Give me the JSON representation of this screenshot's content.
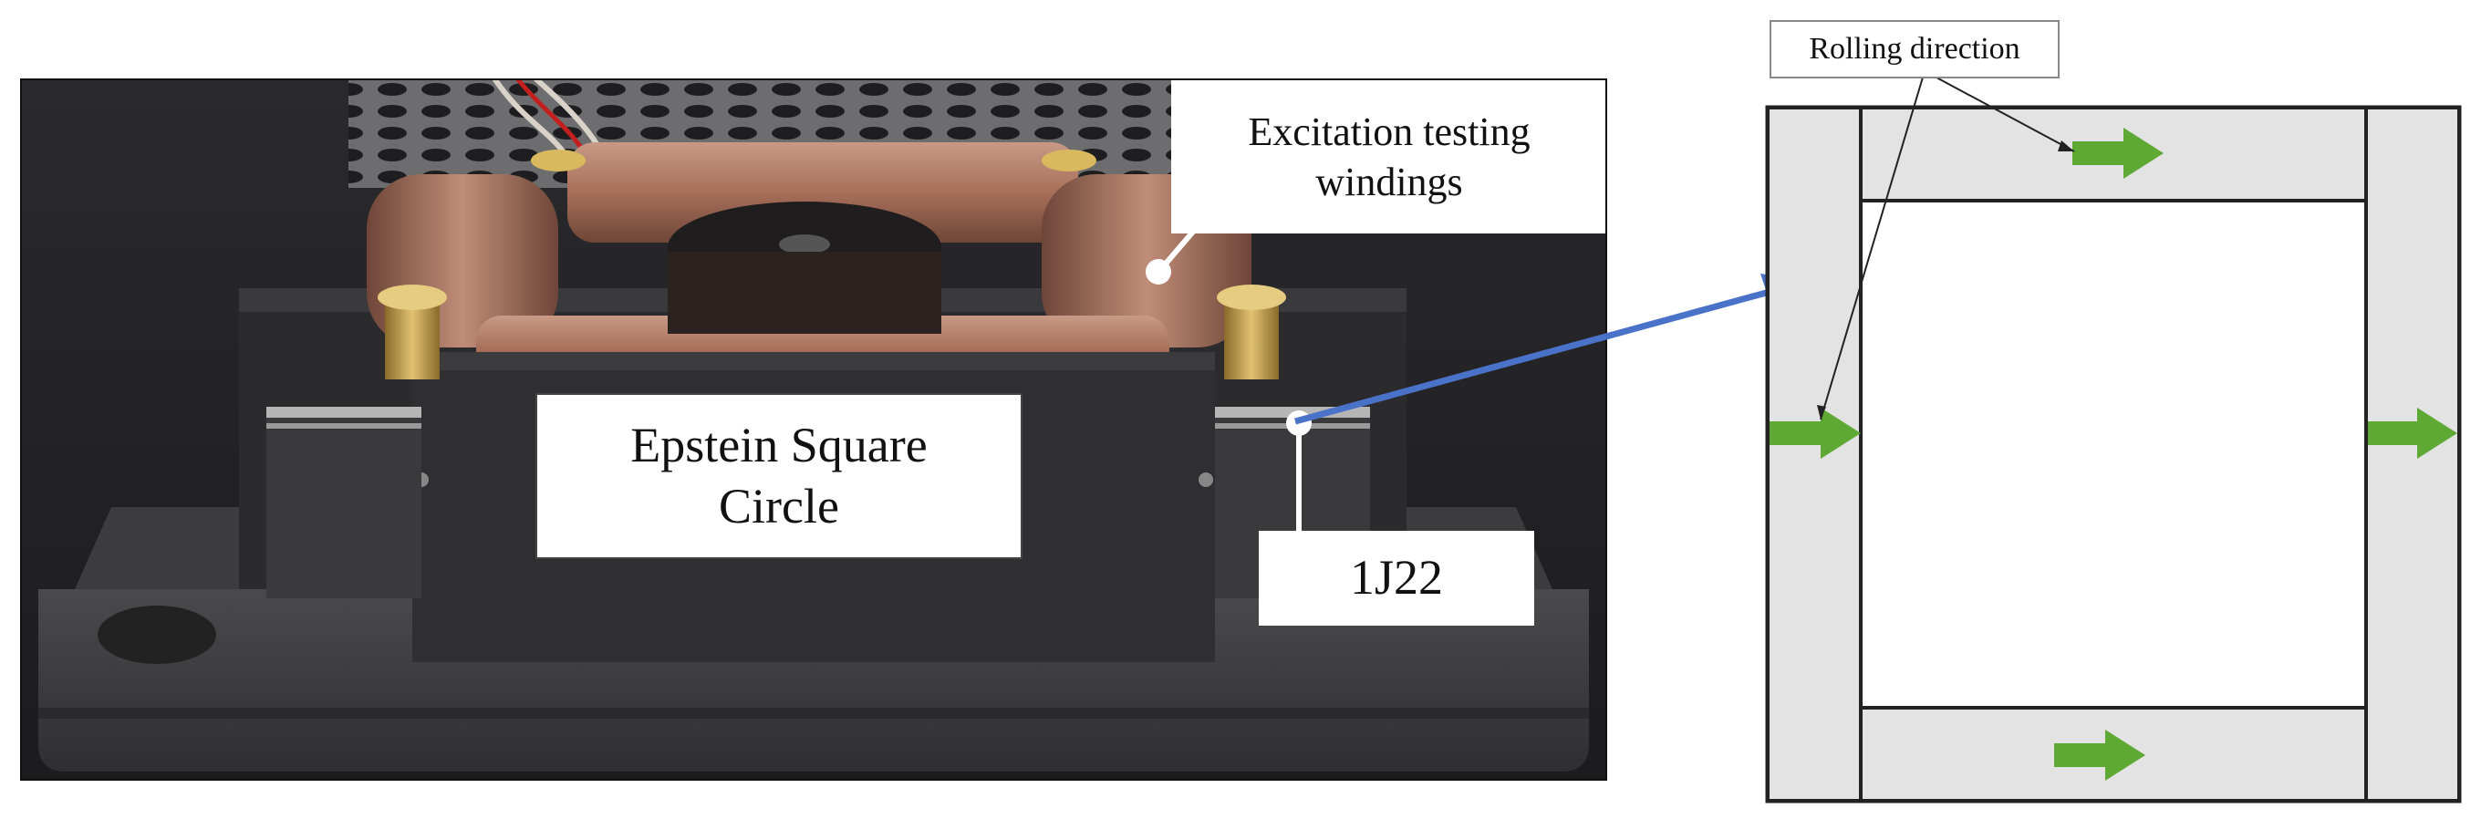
{
  "photo": {
    "label_excitation_line1": "Excitation testing",
    "label_excitation_line2": "windings",
    "label_epstein_line1": "Epstein Square",
    "label_epstein_line2": "Circle",
    "label_material": "1J22"
  },
  "schematic": {
    "label_rolling": "Rolling direction"
  },
  "colors": {
    "arrow_green": "#5ea834",
    "connector_blue": "#4a72c9",
    "strip_fill": "#e3e3e3",
    "frame_stroke": "#222222"
  }
}
